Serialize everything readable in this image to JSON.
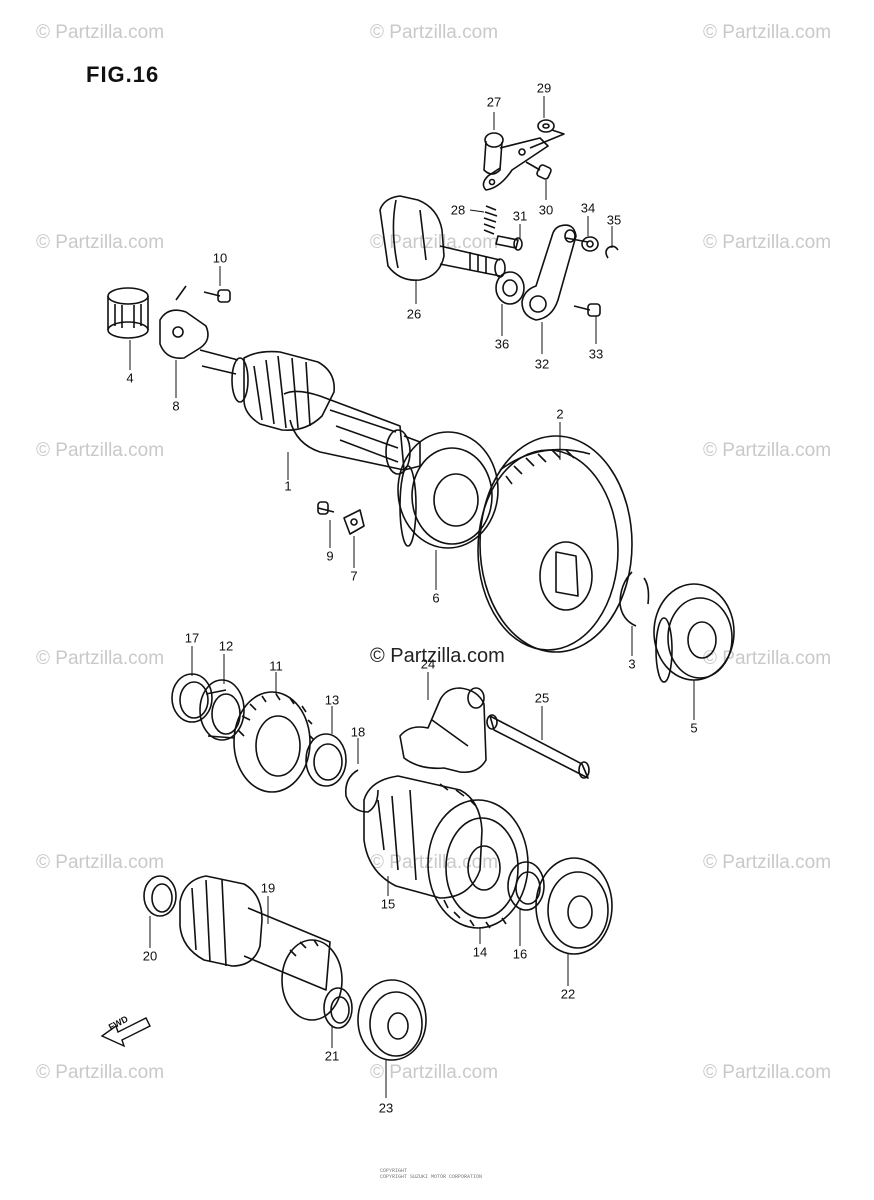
{
  "figure_title": "FIG.16",
  "watermark": "© Partzilla.com",
  "center_watermark": "© Partzilla.com",
  "fwd_label": "FWD",
  "footer_text": [
    "COPYRIGHT",
    "COPYRIGHT SUZUKI MOTOR CORPORATION"
  ],
  "callouts": {
    "c1": "1",
    "c2": "2",
    "c3": "3",
    "c4": "4",
    "c5": "5",
    "c6": "6",
    "c7": "7",
    "c8": "8",
    "c9": "9",
    "c10": "10",
    "c11": "11",
    "c12": "12",
    "c13": "13",
    "c14": "14",
    "c15": "15",
    "c16": "16",
    "c17": "17",
    "c18": "18",
    "c19": "19",
    "c20": "20",
    "c21": "21",
    "c22": "22",
    "c23": "23",
    "c24": "24",
    "c25": "25",
    "c26": "26",
    "c27": "27",
    "c28": "28",
    "c29": "29",
    "c30": "30",
    "c31": "31",
    "c32": "32",
    "c33": "33",
    "c34": "34",
    "c35": "35",
    "c36": "36"
  },
  "colors": {
    "ink": "#111111",
    "watermark": "#c9c9c9"
  }
}
